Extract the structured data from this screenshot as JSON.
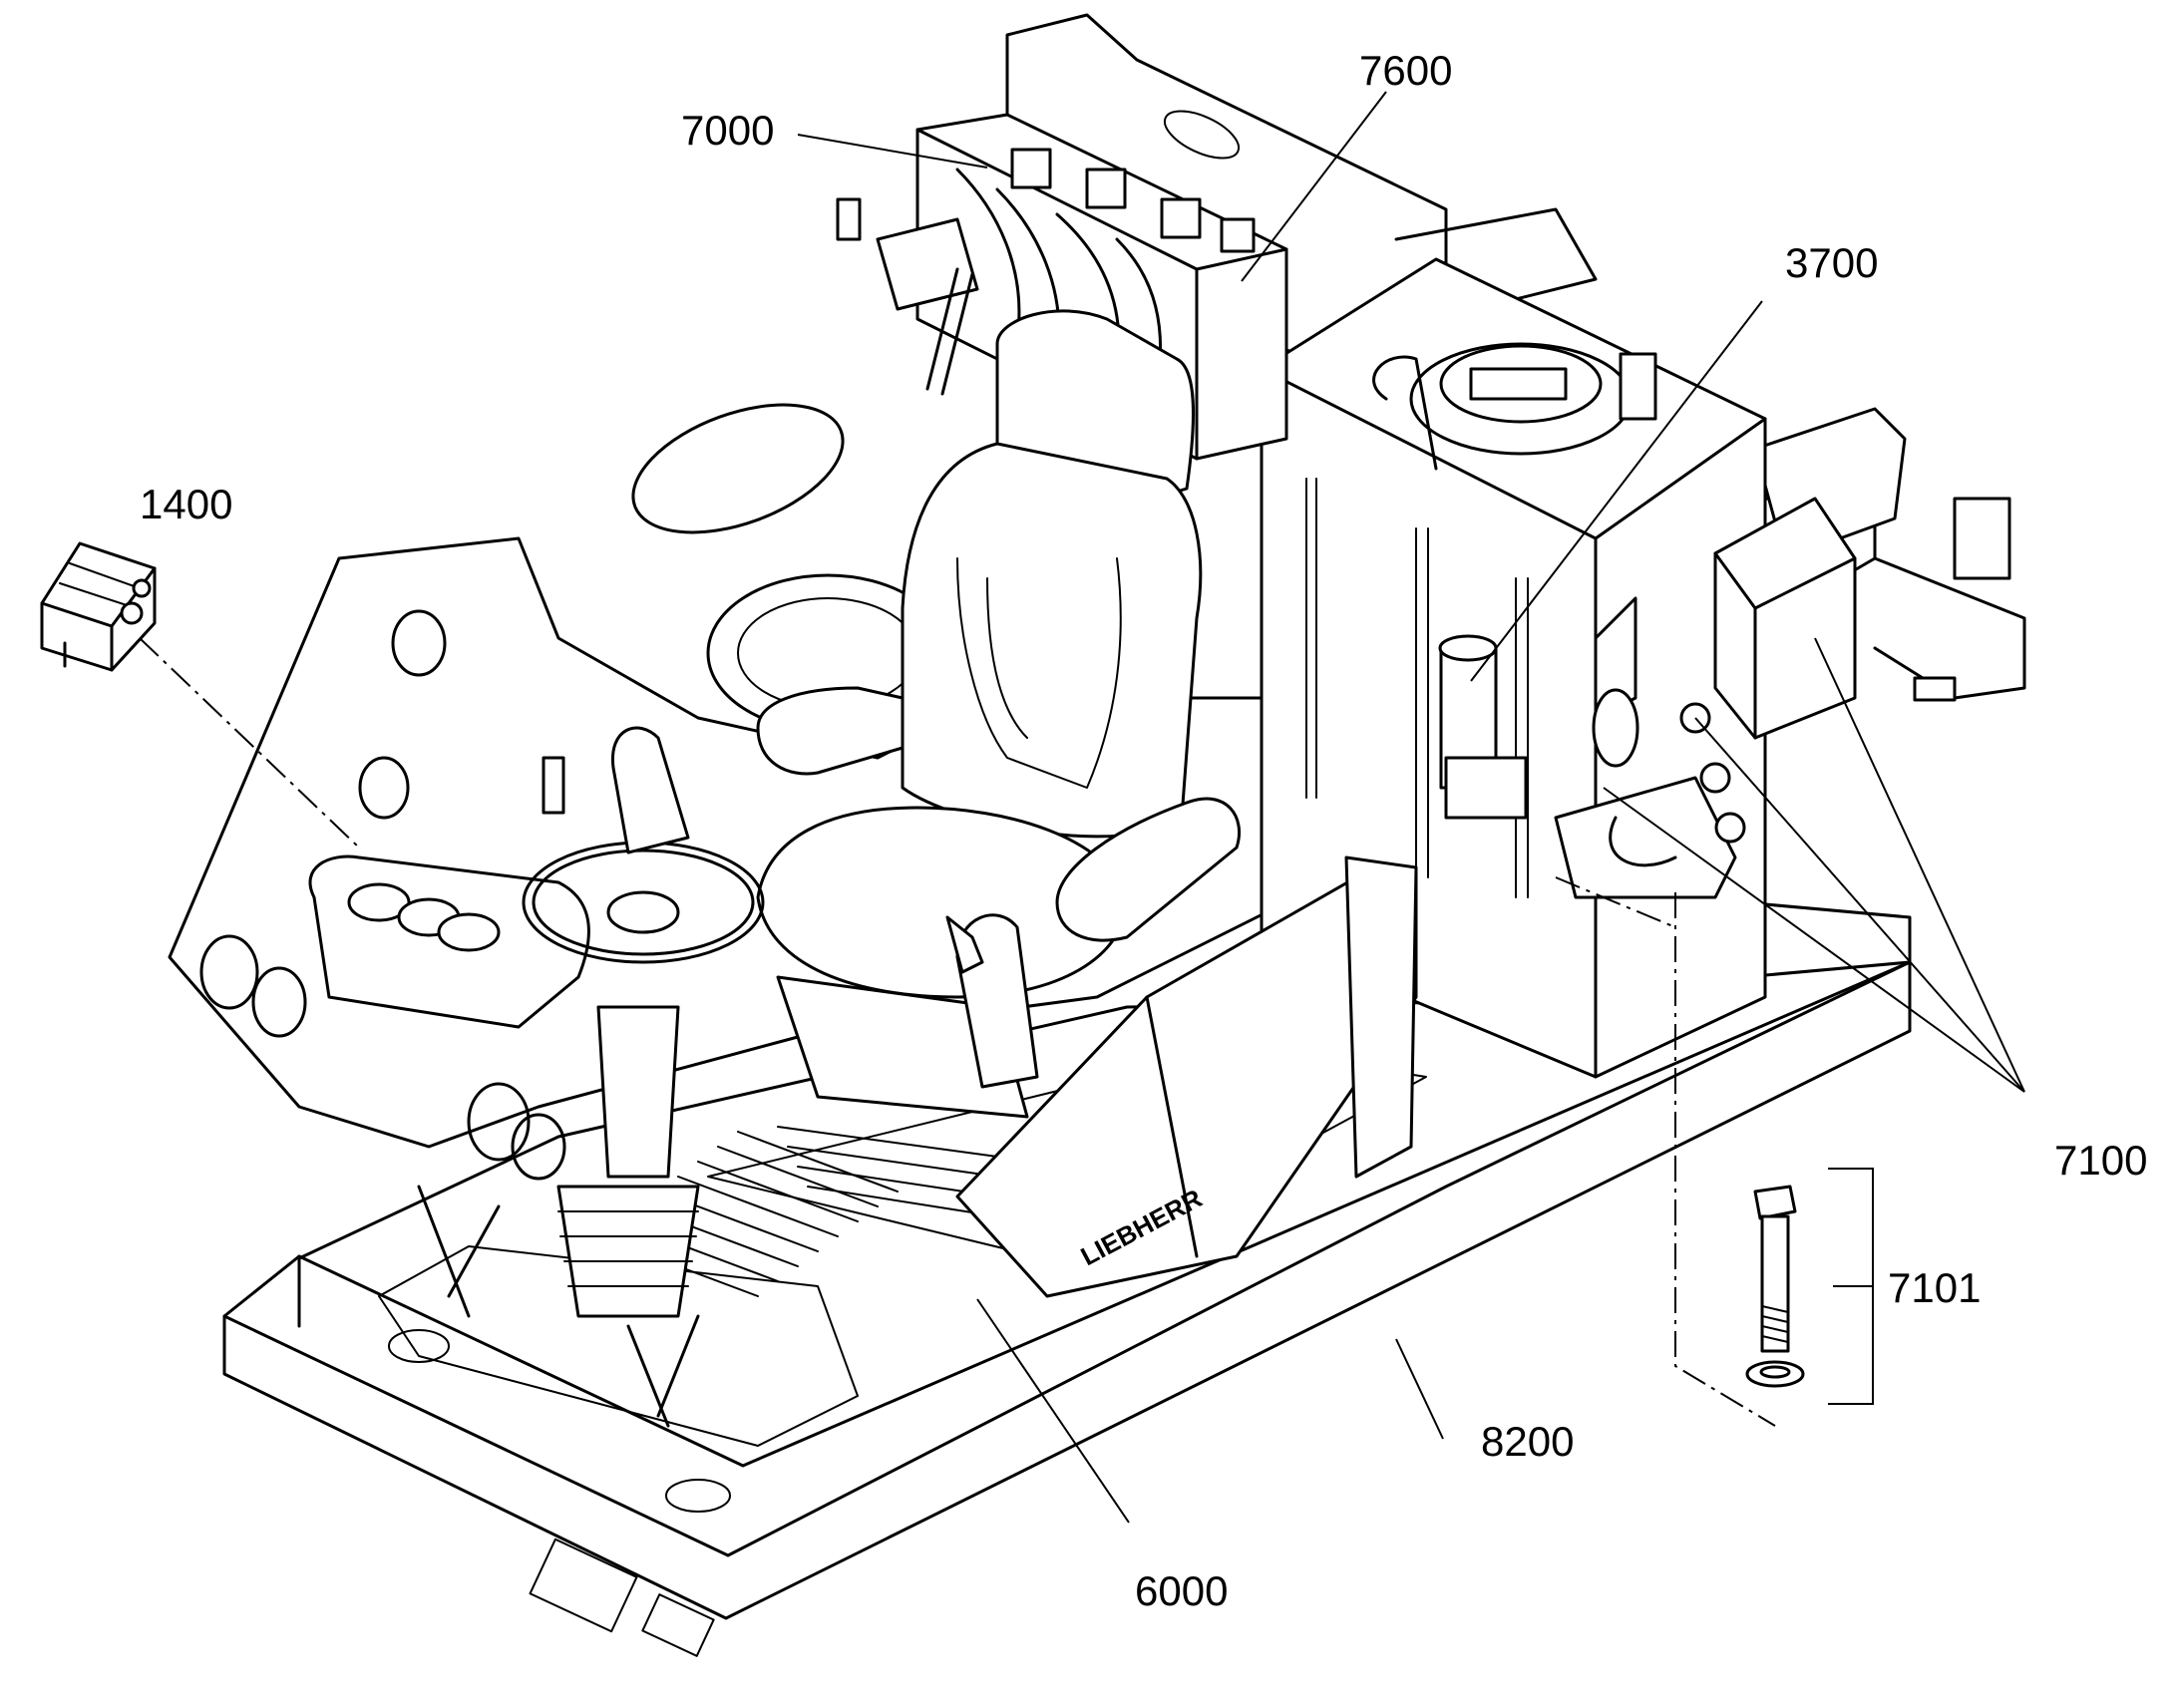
{
  "callouts": {
    "c7000": "7000",
    "c7600": "7600",
    "c3700": "3700",
    "c1400": "1400",
    "c7100": "7100",
    "c7101": "7101",
    "c8200": "8200",
    "c6000": "6000"
  },
  "brand_mark": "LIEBHERR"
}
